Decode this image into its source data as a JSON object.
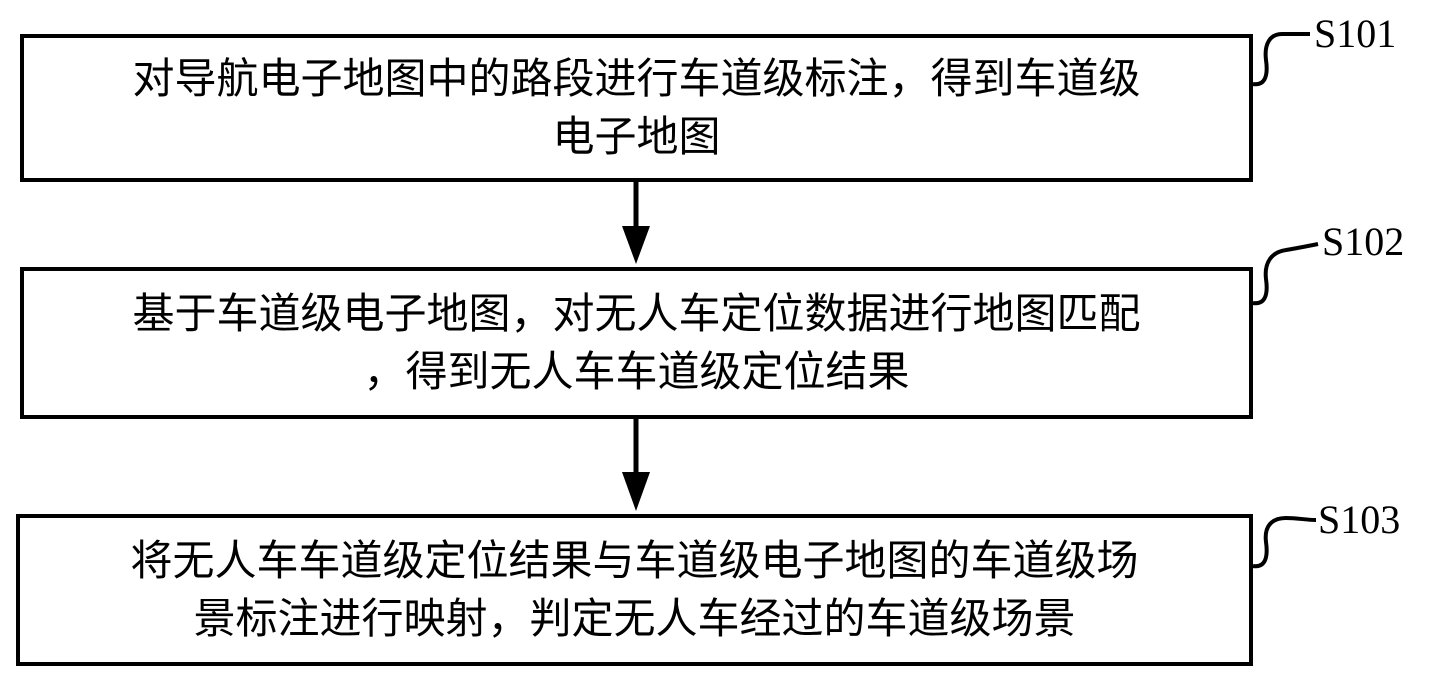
{
  "steps": [
    {
      "id": "S101",
      "lines": [
        "对导航电子地图中的路段进行车道级标注，得到车道级",
        "电子地图"
      ]
    },
    {
      "id": "S102",
      "lines": [
        "基于车道级电子地图，对无人车定位数据进行地图匹配",
        "，得到无人车车道级定位结果"
      ]
    },
    {
      "id": "S103",
      "lines": [
        "将无人车车道级定位结果与车道级电子地图的车道级场",
        "景标注进行映射，判定无人车经过的车道级场景"
      ]
    }
  ],
  "colors": {
    "stroke": "#000000",
    "background": "#ffffff"
  }
}
